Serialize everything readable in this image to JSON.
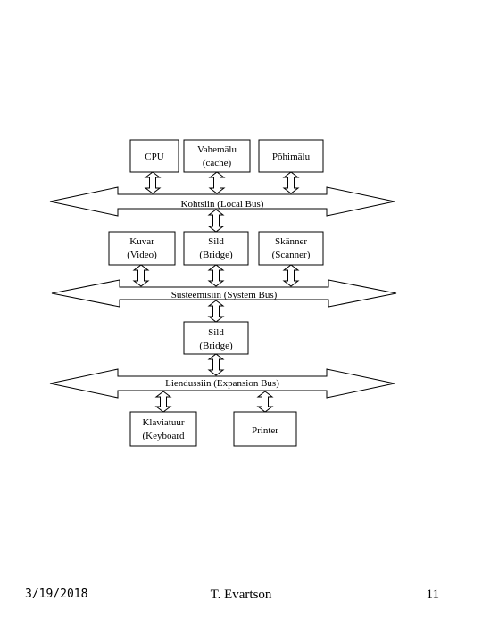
{
  "boxes": {
    "cpu": [
      "CPU"
    ],
    "cache": [
      "Vahemälu",
      "(cache)"
    ],
    "main_memory": [
      "Põhimälu"
    ],
    "video": [
      "Kuvar",
      "(Video)"
    ],
    "bridge1": [
      "Sild",
      "(Bridge)"
    ],
    "scanner": [
      "Skänner",
      "(Scanner)"
    ],
    "bridge2": [
      "Sild",
      "(Bridge)"
    ],
    "keyboard": [
      "Klaviatuur",
      "(Keyboard"
    ],
    "printer": [
      "Printer"
    ]
  },
  "buses": {
    "local": "Kohtsiin (Local Bus)",
    "system": "Süsteemisiin (System Bus)",
    "expansion": "Liendussiin (Expansion Bus)"
  },
  "footer": {
    "date": "3/19/2018",
    "author": "T. Evartson",
    "page": "11"
  }
}
